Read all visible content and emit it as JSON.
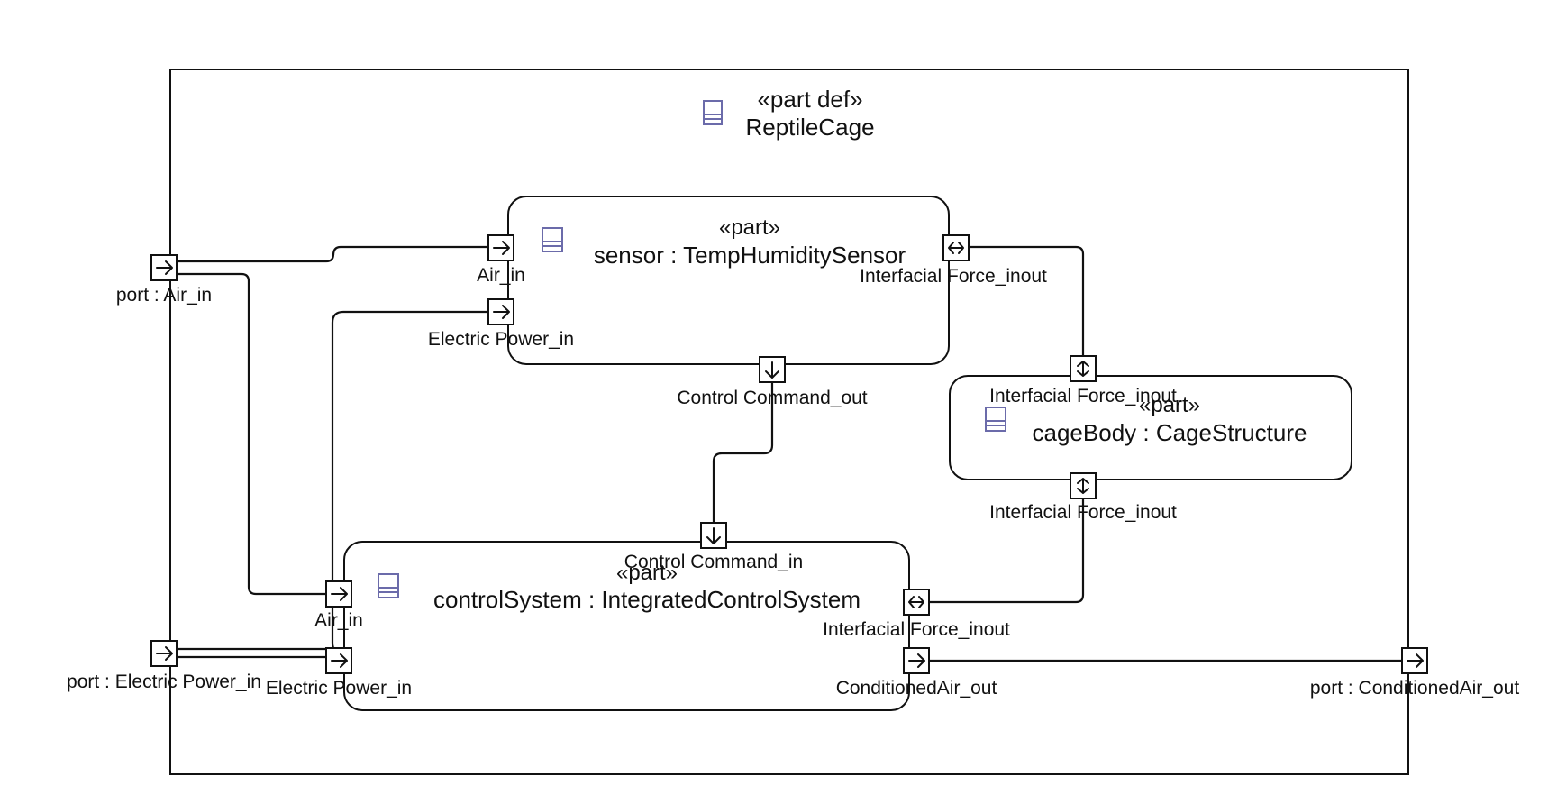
{
  "diagram": {
    "stereotype_def": "«part def»",
    "name": "ReptileCage",
    "icon": "part-definition-icon",
    "parts": {
      "sensor": {
        "stereotype": "«part»",
        "label": "sensor : TempHumiditySensor",
        "icon": "part-icon"
      },
      "cage_body": {
        "stereotype": "«part»",
        "label": "cageBody : CageStructure",
        "icon": "part-icon"
      },
      "control_system": {
        "stereotype": "«part»",
        "label": "controlSystem : IntegratedControlSystem",
        "icon": "part-icon"
      }
    },
    "boundary_ports": {
      "air_in": "port : Air_in",
      "electric_power_in": "port : Electric Power_in",
      "conditioned_air_out": "port : ConditionedAir_out"
    },
    "sensor_ports": {
      "air_in": "Air_in",
      "electric_power_in": "Electric Power_in",
      "interfacial_force_inout": "Interfacial Force_inout",
      "control_command_out": "Control Command_out"
    },
    "cage_body_ports": {
      "interfacial_force_top": "Interfacial Force_inout",
      "interfacial_force_bottom": "Interfacial Force_inout"
    },
    "control_system_ports": {
      "control_command_in": "Control Command_in",
      "air_in": "Air_in",
      "electric_power_in": "Electric Power_in",
      "interfacial_force_inout": "Interfacial Force_inout",
      "conditioned_air_out": "ConditionedAir_out"
    },
    "colors": {
      "line": "#111111",
      "icon": "#6b6baa",
      "background": "#ffffff"
    }
  }
}
